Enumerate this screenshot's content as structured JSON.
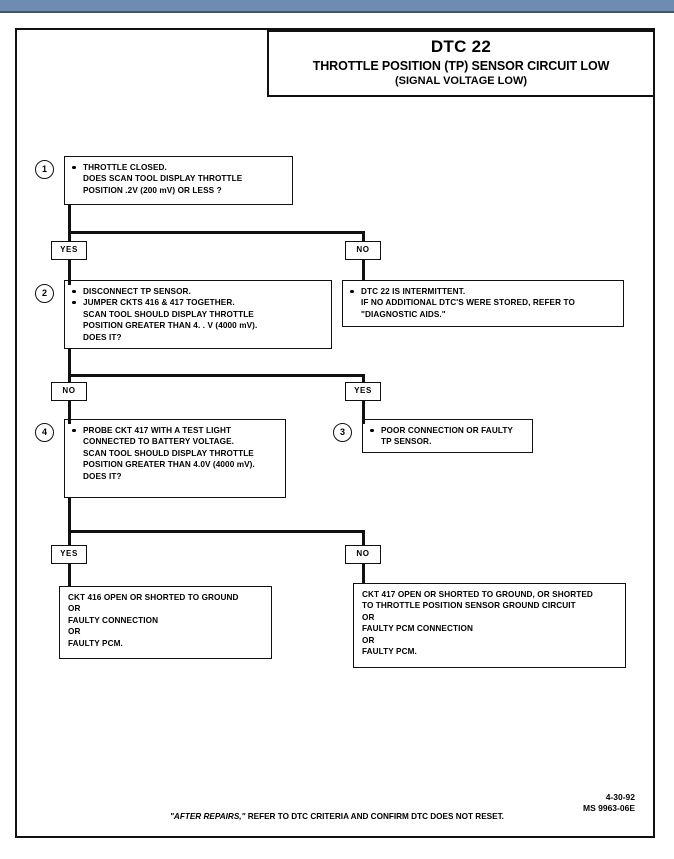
{
  "document": {
    "title_code": "DTC 22",
    "title_main": "THROTTLE POSITION (TP) SENSOR CIRCUIT LOW",
    "title_sub": "(SIGNAL VOLTAGE LOW)"
  },
  "steps": [
    {
      "number": "1",
      "bullets": [
        [
          "THROTTLE CLOSED.",
          "DOES  SCAN TOOL DISPLAY THROTTLE",
          "POSITION  .2V (200 mV) OR LESS ?"
        ]
      ]
    },
    {
      "number": "2",
      "bullets": [
        [
          "DISCONNECT TP SENSOR."
        ],
        [
          "JUMPER CKTS 416 & 417 TOGETHER.",
          "SCAN TOOL SHOULD DISPLAY THROTTLE",
          "POSITION GREATER THAN 4. . V (4000 mV).",
          "DOES IT?"
        ]
      ]
    },
    {
      "number": "4",
      "bullets": [
        [
          "PROBE CKT 417 WITH A TEST LIGHT",
          "CONNECTED TO BATTERY VOLTAGE.",
          "SCAN TOOL SHOULD DISPLAY THROTTLE",
          "POSITION GREATER THAN 4.0V (4000 mV).",
          "DOES IT?"
        ]
      ]
    },
    {
      "number": "3",
      "bullets": [
        [
          "POOR CONNECTION OR FAULTY",
          "TP SENSOR."
        ]
      ]
    }
  ],
  "intermittent_box": {
    "bullets": [
      [
        "DTC 22 IS INTERMITTENT.",
        "IF NO ADDITIONAL DTC'S WERE STORED, REFER  TO",
        "\"DIAGNOSTIC AIDS.\""
      ]
    ]
  },
  "result_left": {
    "lines": [
      "CKT 416 OPEN OR SHORTED TO GROUND",
      "OR",
      "FAULTY CONNECTION",
      "OR",
      "FAULTY PCM."
    ]
  },
  "result_right": {
    "lines": [
      "CKT 417 OPEN OR SHORTED TO GROUND, OR SHORTED",
      "TO THROTTLE POSITION SENSOR GROUND CIRCUIT",
      "OR",
      "FAULTY PCM CONNECTION",
      "OR",
      "FAULTY PCM."
    ]
  },
  "branches": {
    "step1_yes": "YES",
    "step1_no": "NO",
    "step2_no": "NO",
    "step2_yes": "YES",
    "step4_yes": "YES",
    "step4_no": "NO"
  },
  "footer": {
    "note_quote": "\"AFTER REPAIRS,\"",
    "note_rest": " REFER TO DTC CRITERIA  AND CONFIRM DTC DOES NOT RESET.",
    "date": "4-30-92",
    "code": "MS 9963-06E"
  },
  "colors": {
    "top_bar": "#6d8cb0",
    "ink": "#111111",
    "paper": "#ffffff"
  }
}
